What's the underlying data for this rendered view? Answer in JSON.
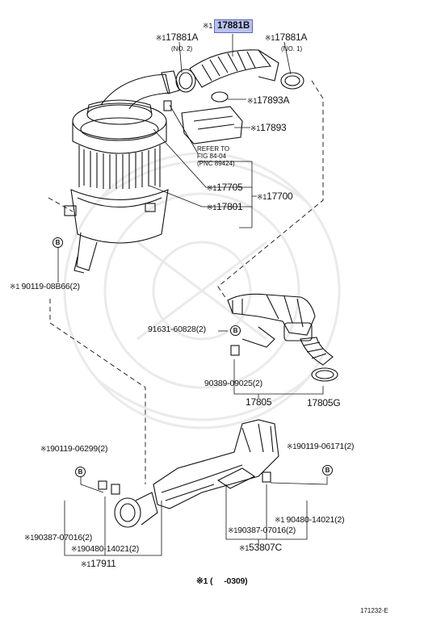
{
  "parts": {
    "highlighted": "17881B",
    "hose_no2": "17881A",
    "hose_no2_sub": "(NO. 2)",
    "hose_no1": "17881A",
    "hose_no1_sub": "(NO. 1)",
    "clamp": "17893A",
    "bracket": "17893",
    "refer_to_1": "REFER TO",
    "refer_to_2": "FIG 84-04",
    "refer_to_3": "(PNC 89424)",
    "element": "17705",
    "cleaner_assy": "17700",
    "case": "17801",
    "bolt_left": "90119-08B66(2)",
    "clip_91631": "91631-60828(2)",
    "grommet": "90389-09025(2)",
    "duct_17805": "17805",
    "hose_17805g": "17805G",
    "bolt_06299": "90119-06299(2)",
    "bolt_06171": "90119-06171(2)",
    "nut_left": "90387-07016(2)",
    "grommet_left": "90480-14021(2)",
    "inlet": "17911",
    "grommet_right": "90480-14021(2)",
    "nut_right": "90387-07016(2)",
    "duct_53807c": "53807C"
  },
  "markers": {
    "star1": "※1",
    "star1_sp": "※1 ",
    "b_circle": "B"
  },
  "footnote": {
    "mark": "※1 (",
    "range": "-0309)"
  },
  "figure_id": "171232-E",
  "colors": {
    "highlight_bg": "#b9c2ee",
    "line": "#111111"
  }
}
